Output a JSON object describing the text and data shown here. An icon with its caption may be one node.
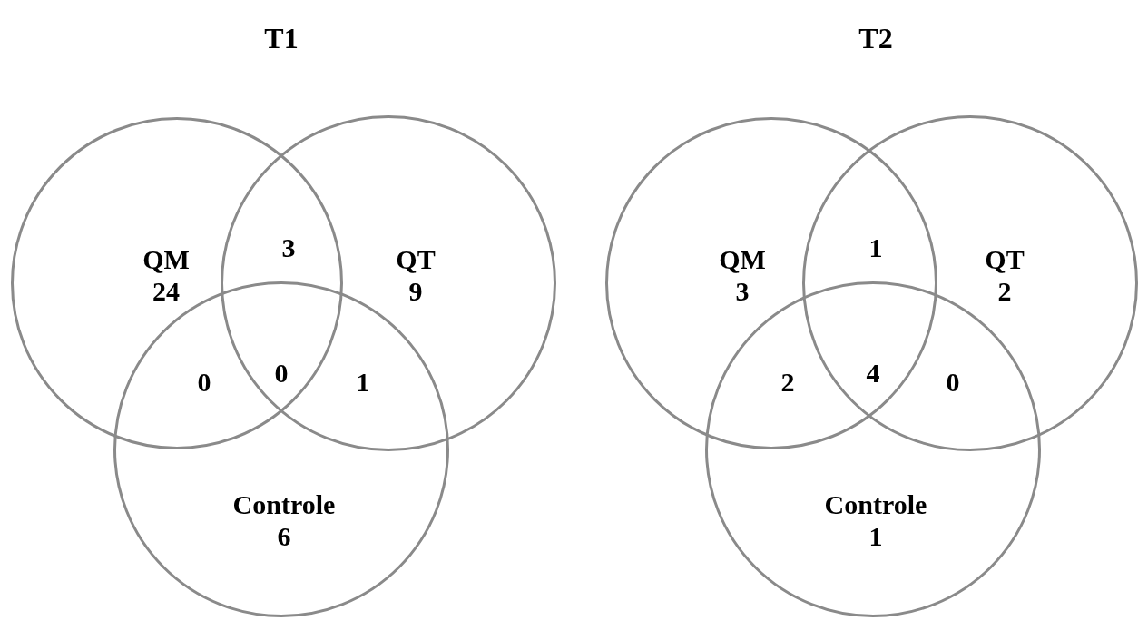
{
  "diagram": {
    "nodes": [
      {
        "text": [
          "QM",
          "24"
        ]
      },
      {
        "text": [
          "QT",
          "9"
        ]
      },
      {
        "text": [
          "Controle",
          "6"
        ]
      },
      {
        "text": [
          "QM",
          "3"
        ]
      },
      {
        "text": [
          "QT",
          "2"
        ]
      },
      {
        "text": [
          "Controle",
          "1"
        ]
      }
    ],
    "labels": [
      "T1",
      "T2",
      "3",
      "0",
      "0",
      "1",
      "1",
      "4",
      "2",
      "0"
    ]
  }
}
